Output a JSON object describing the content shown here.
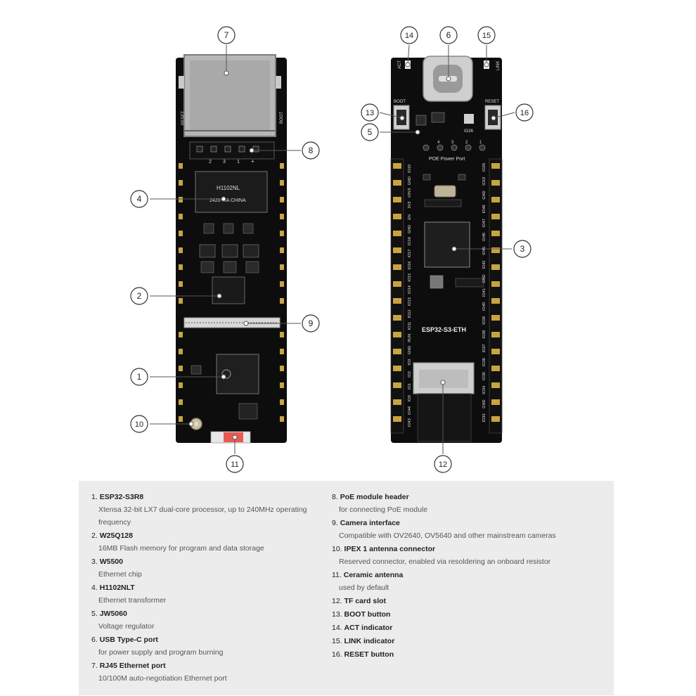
{
  "board": {
    "silkscreen_chip_h1102": "H1102NL",
    "silkscreen_chip_h1102_code": "2420-MA CHINA",
    "silkscreen_reset_left": "RESET",
    "silkscreen_boot_left": "BOOT",
    "silkscreen_act": "ACT",
    "silkscreen_link": "LINK",
    "silkscreen_boot_right": "BOOT",
    "silkscreen_reset_right": "RESET",
    "silkscreen_io26": "IO26",
    "silkscreen_poe": "POE Power Port",
    "silkscreen_name": "ESP32-S3-ETH",
    "header_nums": [
      "2",
      "3",
      "1",
      "+"
    ],
    "poe_nums": [
      "4",
      "3",
      "2",
      "1"
    ],
    "left_pins": [
      "IO19",
      "GND",
      "V3V3",
      "3V3",
      "EN",
      "GND",
      "IO18",
      "IO17",
      "IO16",
      "IO15",
      "IO14",
      "IO13",
      "IO12",
      "IO11",
      "RUN",
      "GND",
      "IO3",
      "IO2",
      "IO1",
      "IO0",
      "IO44",
      "IO43"
    ],
    "right_pins": [
      "IO20",
      "IO19",
      "GND",
      "IO48",
      "IO47",
      "IO46",
      "IO45",
      "IO42",
      "GND",
      "IO41",
      "IO40",
      "IO39",
      "IO38",
      "IO37",
      "IO36",
      "IO35",
      "IO34",
      "GND",
      "IO33"
    ]
  },
  "callouts": [
    {
      "n": "1"
    },
    {
      "n": "2"
    },
    {
      "n": "3"
    },
    {
      "n": "4"
    },
    {
      "n": "5"
    },
    {
      "n": "6"
    },
    {
      "n": "7"
    },
    {
      "n": "8"
    },
    {
      "n": "9"
    },
    {
      "n": "10"
    },
    {
      "n": "11"
    },
    {
      "n": "12"
    },
    {
      "n": "13"
    },
    {
      "n": "14"
    },
    {
      "n": "15"
    },
    {
      "n": "16"
    }
  ],
  "legend": {
    "left": [
      {
        "num": "1.",
        "title": "ESP32-S3R8",
        "desc": "Xtensa 32-bit LX7 dual-core processor, up to 240MHz operating frequency"
      },
      {
        "num": "2.",
        "title": "W25Q128",
        "desc": "16MB Flash memory for program and data storage"
      },
      {
        "num": "3.",
        "title": "W5500",
        "desc": "Ethernet chip"
      },
      {
        "num": "4.",
        "title": "H1102NLT",
        "desc": "Ethernet transformer"
      },
      {
        "num": "5.",
        "title": "JW5060",
        "desc": "Voltage regulator"
      },
      {
        "num": "6.",
        "title": "USB Type-C port",
        "desc": "for power supply and program burning"
      },
      {
        "num": "7.",
        "title": "RJ45 Ethernet port",
        "desc": "10/100M auto-negotiation Ethernet port"
      }
    ],
    "right": [
      {
        "num": "8.",
        "title": "PoE module header",
        "desc": "for connecting PoE module"
      },
      {
        "num": "9.",
        "title": "Camera interface",
        "desc": "Compatible with OV2640, OV5640 and other mainstream cameras"
      },
      {
        "num": "10.",
        "title": "IPEX 1 antenna connector",
        "desc": "Reserved connector, enabled via resoldering an onboard resistor"
      },
      {
        "num": "11.",
        "title": "Ceramic antenna",
        "desc": "used by default"
      },
      {
        "num": "12.",
        "title": "TF card slot",
        "desc": ""
      },
      {
        "num": "13.",
        "title": "BOOT button",
        "desc": ""
      },
      {
        "num": "14.",
        "title": "ACT indicator",
        "desc": ""
      },
      {
        "num": "15.",
        "title": "LINK indicator",
        "desc": ""
      },
      {
        "num": "16.",
        "title": "RESET button",
        "desc": ""
      }
    ]
  }
}
